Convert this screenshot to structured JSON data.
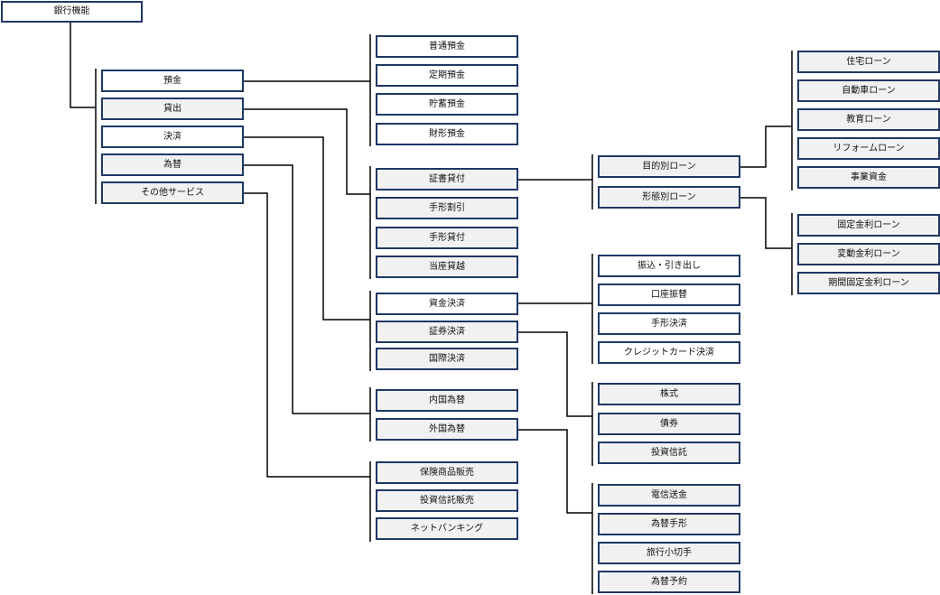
{
  "root": {
    "label": "銀行機能"
  },
  "categories": [
    {
      "label": "預金"
    },
    {
      "label": "貸出"
    },
    {
      "label": "決済"
    },
    {
      "label": "為替"
    },
    {
      "label": "その他サービス"
    }
  ],
  "deposit": [
    {
      "label": "普通預金"
    },
    {
      "label": "定期預金"
    },
    {
      "label": "貯蓄預金"
    },
    {
      "label": "財形預金"
    }
  ],
  "lending": [
    {
      "label": "証書貸付"
    },
    {
      "label": "手形割引"
    },
    {
      "label": "手形貸付"
    },
    {
      "label": "当座貸越"
    }
  ],
  "loan_types": [
    {
      "label": "目的別ローン"
    },
    {
      "label": "形態別ローン"
    }
  ],
  "purpose_loans": [
    {
      "label": "住宅ローン"
    },
    {
      "label": "自動車ローン"
    },
    {
      "label": "教育ローン"
    },
    {
      "label": "リフォームローン"
    },
    {
      "label": "事業資金"
    }
  ],
  "form_loans": [
    {
      "label": "固定金利ローン"
    },
    {
      "label": "変動金利ローン"
    },
    {
      "label": "期間固定金利ローン"
    }
  ],
  "settlement": [
    {
      "label": "資金決済"
    },
    {
      "label": "証券決済"
    },
    {
      "label": "国際決済"
    }
  ],
  "fund_settlement": [
    {
      "label": "振込・引き出し"
    },
    {
      "label": "口座振替"
    },
    {
      "label": "手形決済"
    },
    {
      "label": "クレジットカード決済"
    }
  ],
  "securities_settlement": [
    {
      "label": "株式"
    },
    {
      "label": "債券"
    },
    {
      "label": "投資信託"
    }
  ],
  "exchange": [
    {
      "label": "内国為替"
    },
    {
      "label": "外国為替"
    }
  ],
  "foreign_exchange": [
    {
      "label": "電信送金"
    },
    {
      "label": "為替手形"
    },
    {
      "label": "旅行小切手"
    },
    {
      "label": "為替予約"
    }
  ],
  "other_services": [
    {
      "label": "保険商品販売"
    },
    {
      "label": "投資信託販売"
    },
    {
      "label": "ネットバンキング"
    }
  ],
  "colors": {
    "border": "#1f3864",
    "line": "#000000",
    "fill_gray": "#f1f1f1",
    "fill_white": "#ffffff"
  }
}
